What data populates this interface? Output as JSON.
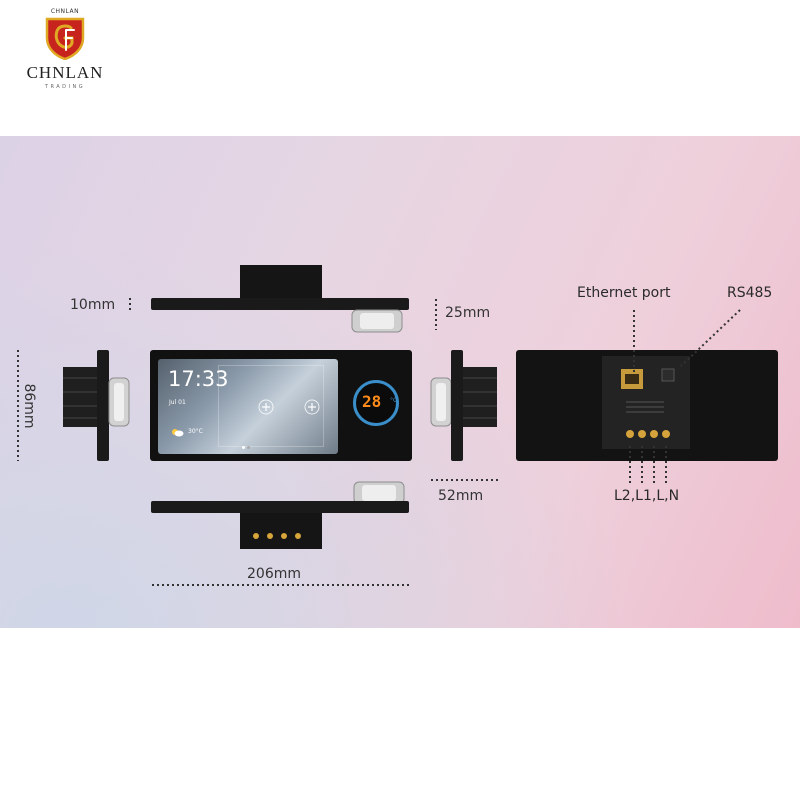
{
  "brand": {
    "top_text": "CHNLAN",
    "name": "CHNLAN",
    "tagline": "TRADING"
  },
  "dimensions": {
    "depth_plate": "10mm",
    "depth_back": "25mm",
    "height": "86mm",
    "thickness": "52mm",
    "width": "206mm"
  },
  "callouts": {
    "ethernet": "Ethernet port",
    "rs485": "RS485",
    "terminals": "L2,L1,L,N"
  },
  "screen": {
    "time": "17:33",
    "date": "Jul 01",
    "weather": "30°C",
    "thermostat": "28",
    "thermostat_unit": "°C"
  },
  "colors": {
    "brand_red": "#c8241e",
    "brand_gold": "#e0a923",
    "device_black": "#111111",
    "accent_blue": "#3a8ec9",
    "display_orange": "#ff8c1a"
  }
}
